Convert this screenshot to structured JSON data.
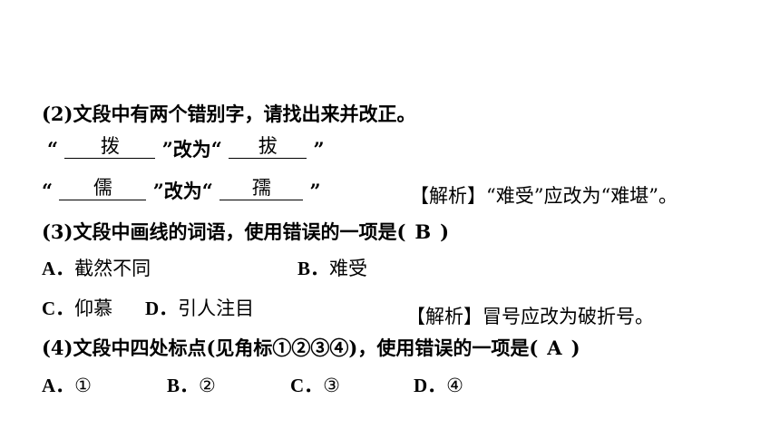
{
  "q2": {
    "prompt": "(2)文段中有两个错别字，请找出来并改正。",
    "row1": {
      "open": "“",
      "wrong": "拨",
      "mid": "”改为“",
      "right": "拔",
      "close": "”"
    },
    "row2": {
      "open": "“",
      "wrong": "儒",
      "mid": "”改为“",
      "right": "孺",
      "close": "”"
    }
  },
  "note1": "【解析】“难受”应改为“难堪”。",
  "q3": {
    "prompt_start": "(3)文段中画线的词语，使用错误的一项是(",
    "answer": "B",
    "prompt_end": ")",
    "options": [
      {
        "key": "A．",
        "text": "截然不同"
      },
      {
        "key": "B．",
        "text": "难受"
      },
      {
        "key": "C．",
        "text": "仰慕"
      },
      {
        "key": "D．",
        "text": "引人注目"
      }
    ]
  },
  "note2": "【解析】冒号应改为破折号。",
  "q4": {
    "prompt_start": "(4)文段中四处标点(见角标①②③④)，使用错误的一项是(",
    "answer": "A",
    "prompt_end": ")",
    "options": [
      {
        "key": "A．",
        "text": "①"
      },
      {
        "key": "B．",
        "text": "②"
      },
      {
        "key": "C．",
        "text": "③"
      },
      {
        "key": "D．",
        "text": "④"
      }
    ]
  }
}
